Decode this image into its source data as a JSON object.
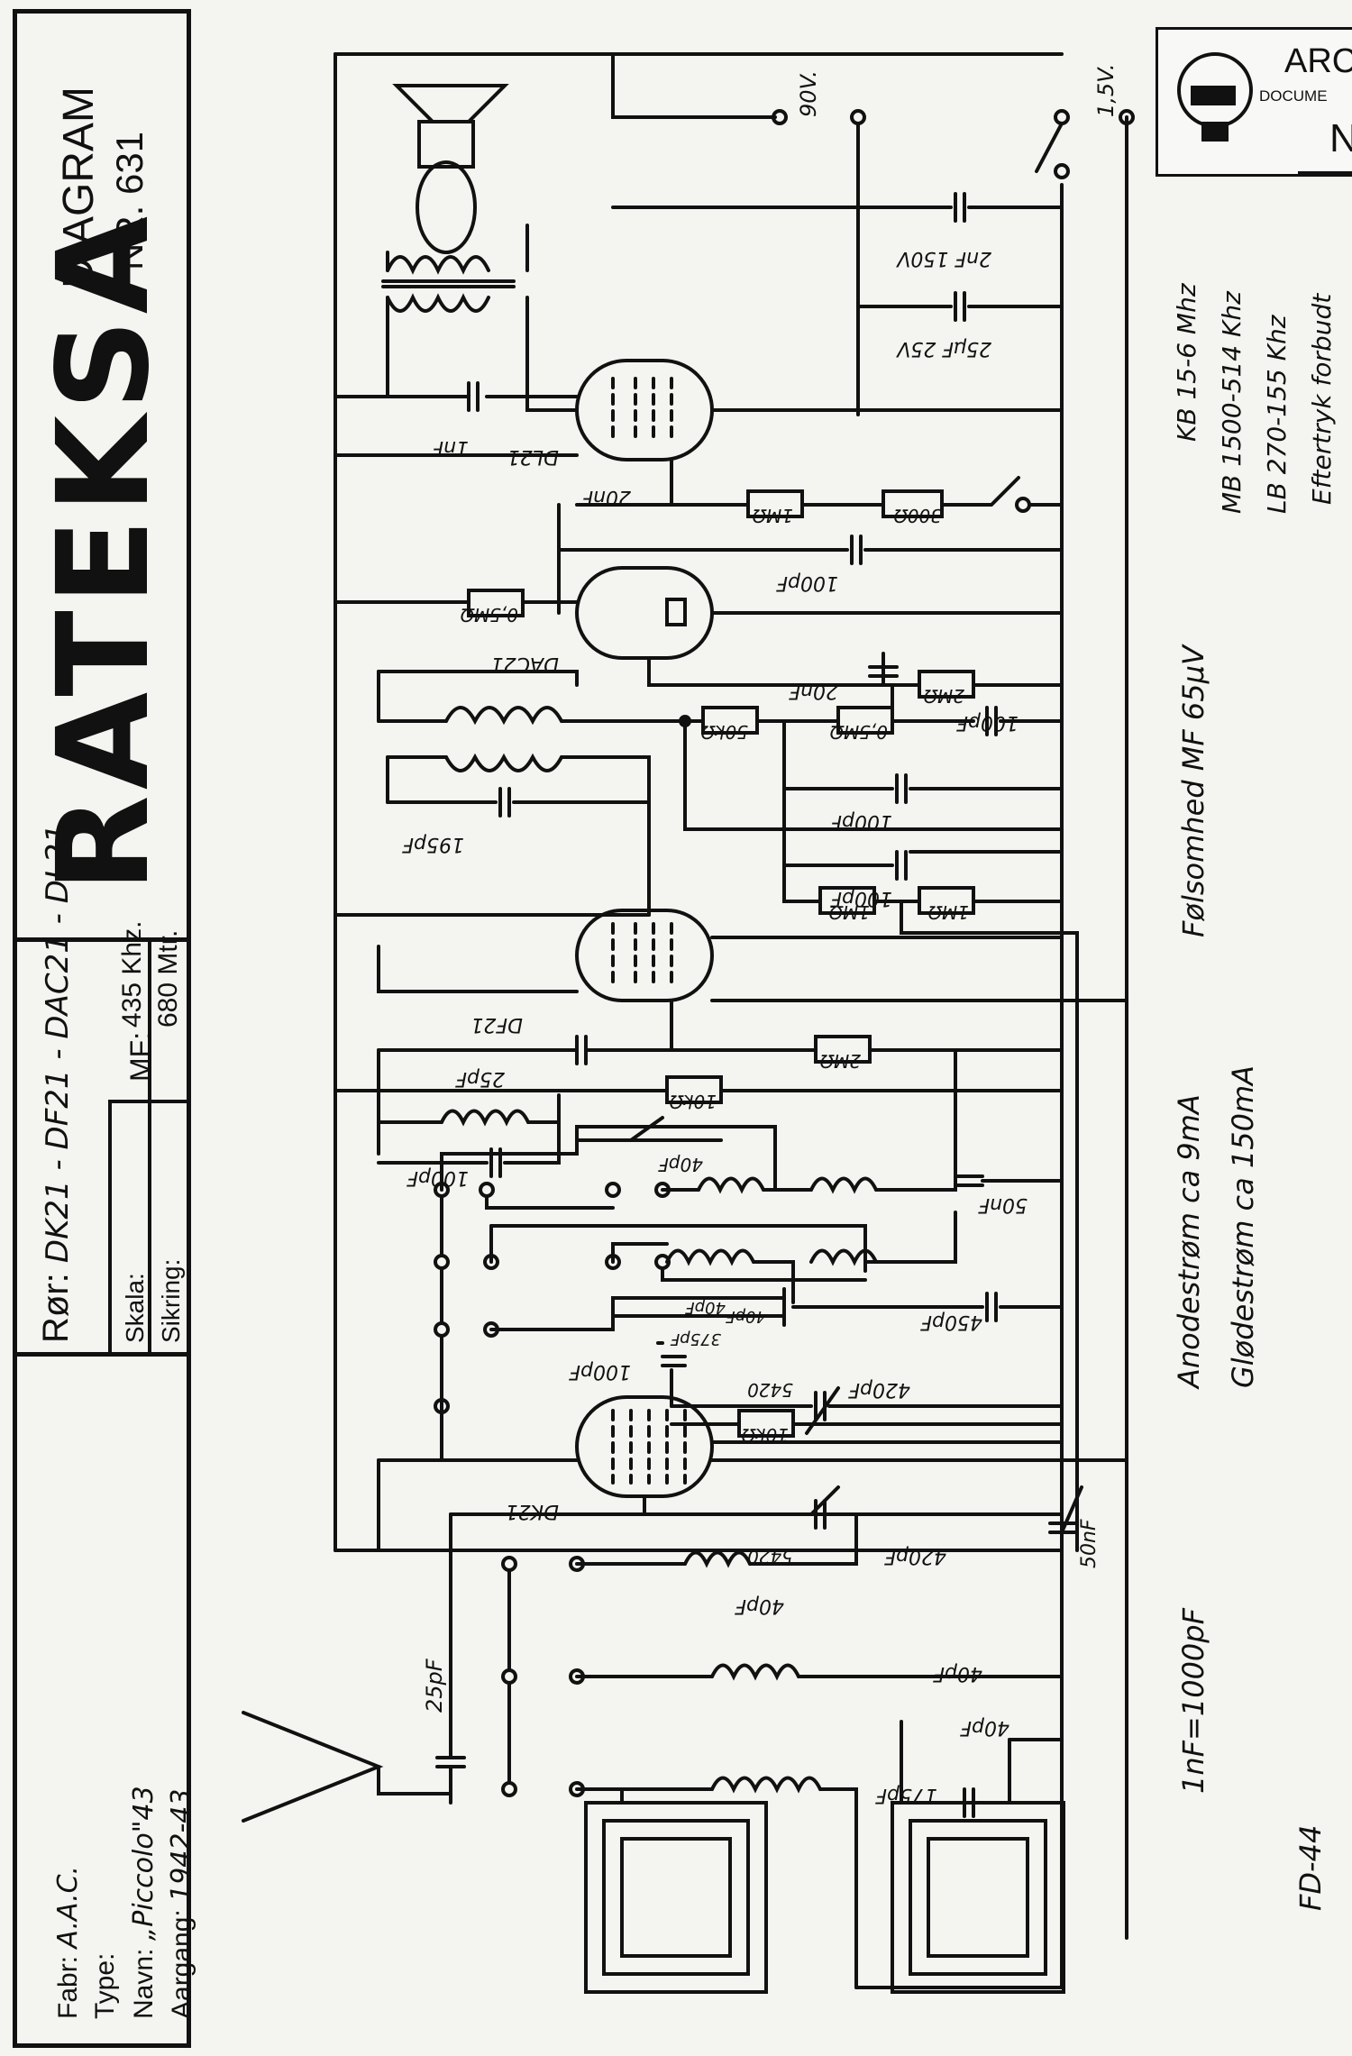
{
  "title_block": {
    "fabr_label": "Fabr:",
    "fabr_value": "A.A.C.",
    "type_label": "Type:",
    "navn_label": "Navn:",
    "navn_value": "„Piccolo\"43",
    "aargang_label": "Aargang:",
    "aargang_value": "1942-43",
    "roer_label": "Rør:",
    "roer_value": "DK21 - DF21 - DAC21 - DL21",
    "skala_label": "Skala:",
    "sikring_label": "Sikring:",
    "mf_label": "MF:",
    "mf_value_1": "435 Khz.",
    "mf_value_2": "680 Mtr.",
    "logo_text": "RATEKSA",
    "diagram_label": "DIAGRAM",
    "nr_label": "NR. 631"
  },
  "stamp": {
    "text_1": "ARC",
    "text_2": "DOCUME",
    "text_3": "N"
  },
  "notes": {
    "kb": "KB 15-6 Mhz",
    "mb": "MB 1500-514 Khz",
    "lb": "LB 270-155 Khz",
    "eftertryk": "Eftertryk forbudt",
    "foelsomhed": "Følsomhed MF 65μV",
    "anode": "Anodestrøm ca 9mA",
    "gloede": "Glødestrøm ca 150mA",
    "nf_conv": "1nF=1000pF",
    "fd": "FD-44"
  },
  "schematic": {
    "tubes": [
      "DL21",
      "DAC21",
      "DF21",
      "DK21"
    ],
    "supply": [
      "90V.",
      "1,5V."
    ],
    "components": [
      "2nF",
      "150V",
      "25μF",
      "25V",
      "1nF",
      "20nF",
      "1MΩ",
      "300Ω",
      "100pF",
      "0,5MΩ",
      "2MΩ",
      "100pF",
      "0,5MΩ",
      "50kΩ",
      "20nF",
      "195pF",
      "100pF",
      "100pF",
      "1MΩ",
      "1MΩ",
      "2MΩ",
      "25pF",
      "10kΩ",
      "40pF",
      "100pF",
      "50nF",
      "450pF",
      "40pF",
      "40pF",
      "375pF",
      "420pF",
      "5420",
      "10kΩ",
      "100pF",
      "420pF",
      "5420",
      "50nF",
      "40pF",
      "40pF",
      "40pF",
      "175pF",
      "25pF"
    ]
  }
}
